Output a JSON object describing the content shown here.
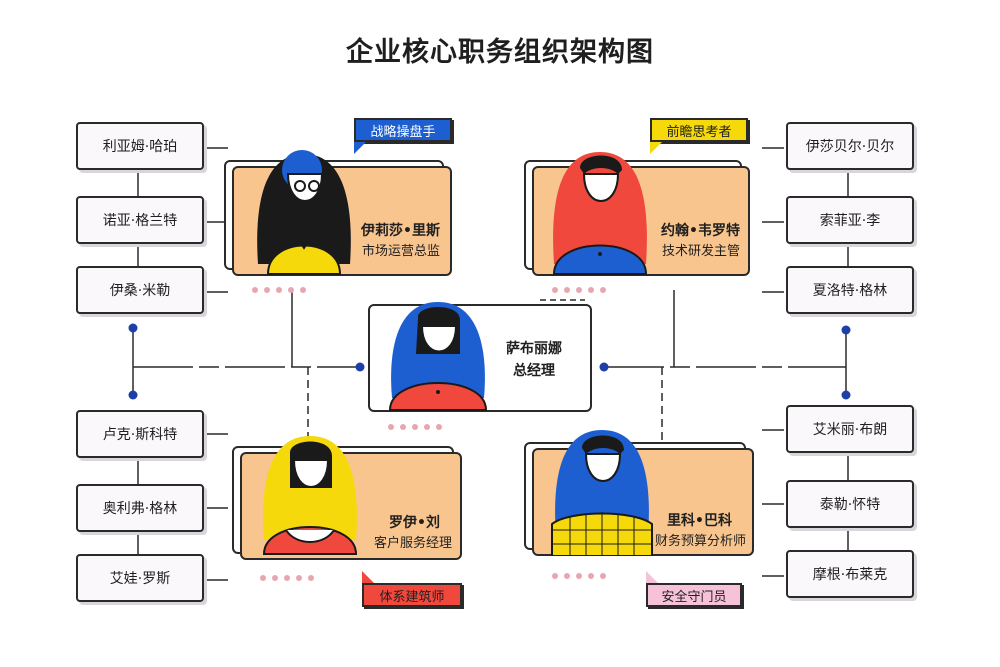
{
  "title": "企业核心职务组织架构图",
  "colors": {
    "card_fill": "#f8c58f",
    "blue": "#1d5fd1",
    "yellow": "#f5d90a",
    "red": "#f0483d",
    "pink": "#f6c2d8",
    "dot": "#e8a6b0"
  },
  "center": {
    "name": "萨布丽娜",
    "role": "总经理"
  },
  "managers": {
    "top_left": {
      "name": "伊莉莎•里斯",
      "role": "市场运营总监",
      "tag": "战略操盘手"
    },
    "top_right": {
      "name": "约翰•韦罗特",
      "role": "技术研发主管",
      "tag": "前瞻思考者"
    },
    "bottom_left": {
      "name": "罗伊•刘",
      "role": "客户服务经理",
      "tag": "体系建筑师"
    },
    "bottom_right": {
      "name": "里科•巴科",
      "role": "财务预算分析师",
      "tag": "安全守门员"
    }
  },
  "staff": {
    "left_top": [
      "利亚姆·哈珀",
      "诺亚·格兰特",
      "伊桑·米勒"
    ],
    "left_bottom": [
      "卢克·斯科特",
      "奥利弗·格林",
      "艾娃·罗斯"
    ],
    "right_top": [
      "伊莎贝尔·贝尔",
      "索菲亚·李",
      "夏洛特·格林"
    ],
    "right_bottom": [
      "艾米丽·布朗",
      "泰勒·怀特",
      "摩根·布莱克"
    ]
  }
}
